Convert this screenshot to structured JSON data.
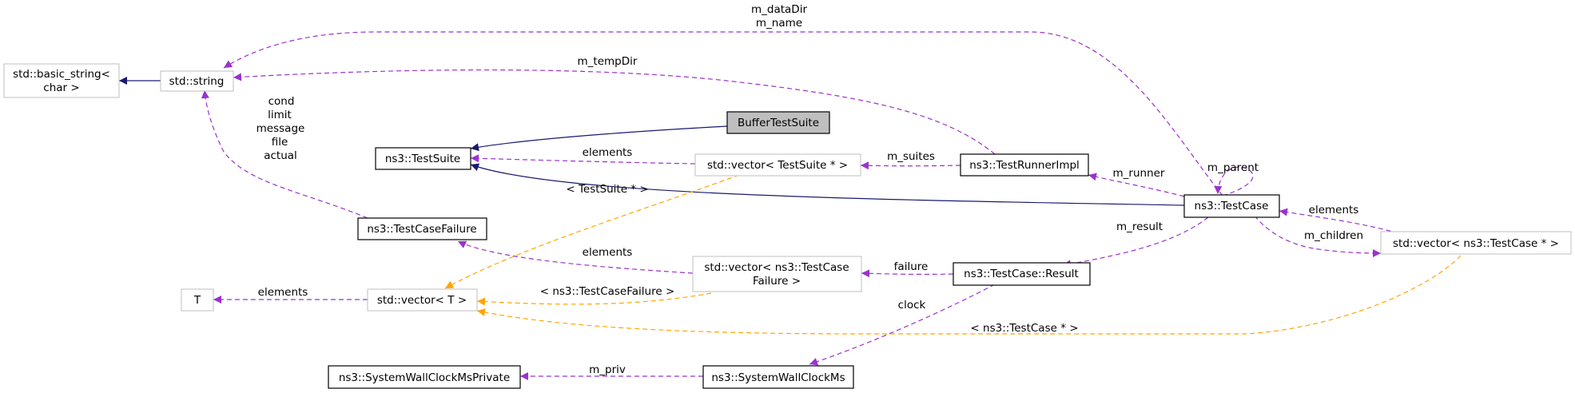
{
  "colors": {
    "inheritance": "#191970",
    "usage": "#9a32cd",
    "template": "#ffa500",
    "focus_fill": "#bfbfbf",
    "gray_border": "#bfbfbf"
  },
  "nodes": {
    "basic_string": [
      "std::basic_string<",
      "char >"
    ],
    "string": [
      "std::string"
    ],
    "buffer_test_suite": [
      "BufferTestSuite"
    ],
    "test_suite": [
      "ns3::TestSuite"
    ],
    "vector_suite": [
      "std::vector< TestSuite * >"
    ],
    "runner_impl": [
      "ns3::TestRunnerImpl"
    ],
    "test_case": [
      "ns3::TestCase"
    ],
    "vector_case": [
      "std::vector< ns3::TestCase * >"
    ],
    "case_failure": [
      "ns3::TestCaseFailure"
    ],
    "vector_failure": [
      "std::vector< ns3::TestCase",
      "Failure >"
    ],
    "result": [
      "ns3::TestCase::Result"
    ],
    "t": [
      "T"
    ],
    "vector_t": [
      "std::vector< T >"
    ],
    "clock_private": [
      "ns3::SystemWallClockMsPrivate"
    ],
    "clock": [
      "ns3::SystemWallClockMs"
    ]
  },
  "edge_labels": {
    "datadir_name": [
      "m_dataDir",
      "m_name"
    ],
    "tempdir": [
      "m_tempDir"
    ],
    "failure_fields": [
      "cond",
      "limit",
      "message",
      "file",
      "actual"
    ],
    "suite_elements": [
      "elements"
    ],
    "m_suites": [
      "m_suites"
    ],
    "m_runner": [
      "m_runner"
    ],
    "m_parent": [
      "m_parent"
    ],
    "tpl_suite": [
      "< TestSuite * >"
    ],
    "case_elements": [
      "elements"
    ],
    "m_children": [
      "m_children"
    ],
    "m_result": [
      "m_result"
    ],
    "failure_elements": [
      "elements"
    ],
    "failure": [
      "failure"
    ],
    "t_elements": [
      "elements"
    ],
    "tpl_failure": [
      "< ns3::TestCaseFailure >"
    ],
    "clock_label": [
      "clock"
    ],
    "tpl_case": [
      "< ns3::TestCase * >"
    ],
    "m_priv": [
      "m_priv"
    ]
  }
}
